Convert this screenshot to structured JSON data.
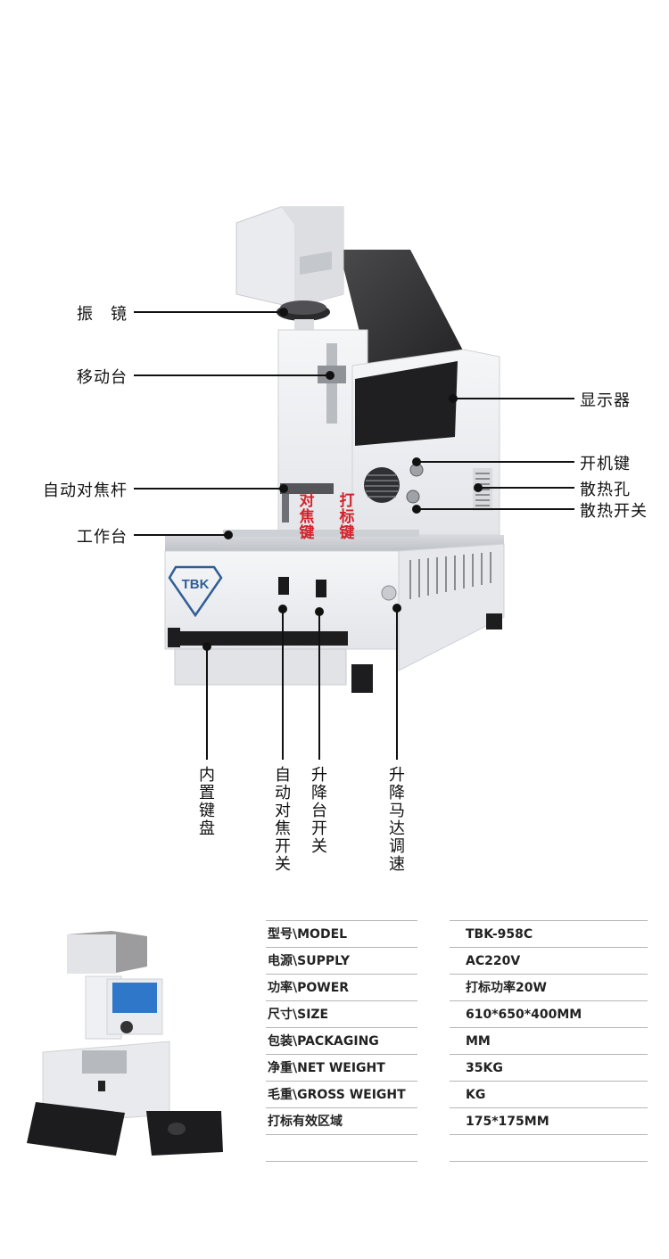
{
  "callouts": {
    "galvo": "振　镜",
    "moving_stage": "移动台",
    "autofocus_rod": "自动对焦杆",
    "worktable": "工作台",
    "display": "显示器",
    "power_key": "开机键",
    "vent": "散热孔",
    "fan_switch": "散热开关"
  },
  "buttons_on_machine": {
    "focus_key": "对焦键",
    "mark_key": "打标键"
  },
  "bottom_labels": {
    "keyboard": "内置键盘",
    "autofocus_switch": "自动对焦开关",
    "lift_switch": "升降台开关",
    "lift_motor_speed": "升降马达调速"
  },
  "brand": "TBK",
  "specs": [
    {
      "key": "型号\\MODEL",
      "value": "TBK-958C"
    },
    {
      "key": "电源\\SUPPLY",
      "value": "AC220V"
    },
    {
      "key": "功率\\POWER",
      "value": "打标功率20W"
    },
    {
      "key": "尺寸\\SIZE",
      "value": "610*650*400MM"
    },
    {
      "key": "包装\\PACKAGING",
      "value": "MM"
    },
    {
      "key": "净重\\NET WEIGHT",
      "value": "35KG"
    },
    {
      "key": "毛重\\GROSS WEIGHT",
      "value": "KG"
    },
    {
      "key": "打标有效区域",
      "value": "175*175MM"
    }
  ],
  "colors": {
    "body": "#eef0f3",
    "dark": "#2c2c2e",
    "accent_red": "#d2232a",
    "line": "#111111"
  }
}
